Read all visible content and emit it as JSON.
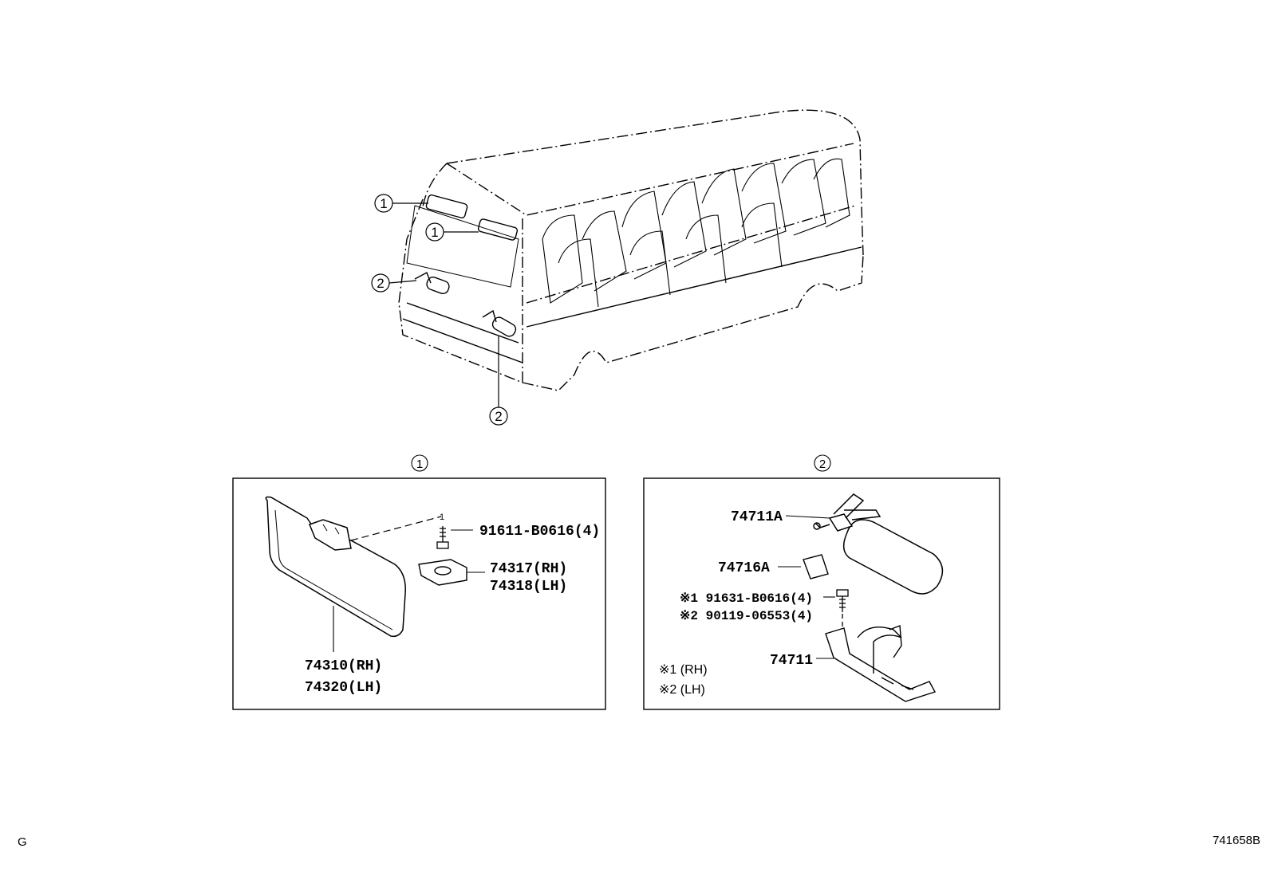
{
  "callouts": {
    "one": "1",
    "two": "2"
  },
  "panel1": {
    "header": "1",
    "parts": {
      "screw": "91611-B0616(4)",
      "holder_rh": "74317(RH)",
      "holder_lh": "74318(LH)",
      "visor_rh": "74310(RH)",
      "visor_lh": "74320(LH)",
      "dash_marker": "1"
    }
  },
  "panel2": {
    "header": "2",
    "parts": {
      "extinguisher": "74711A",
      "plate": "74716A",
      "bolt_rh": "※1 91631-B0616(4)",
      "bolt_lh": "※2 90119-06553(4)",
      "bracket": "74711"
    },
    "notes": {
      "rh": "※1 (RH)",
      "lh": "※2 (LH)"
    }
  },
  "footer": {
    "left": "G",
    "right": "741658B"
  }
}
